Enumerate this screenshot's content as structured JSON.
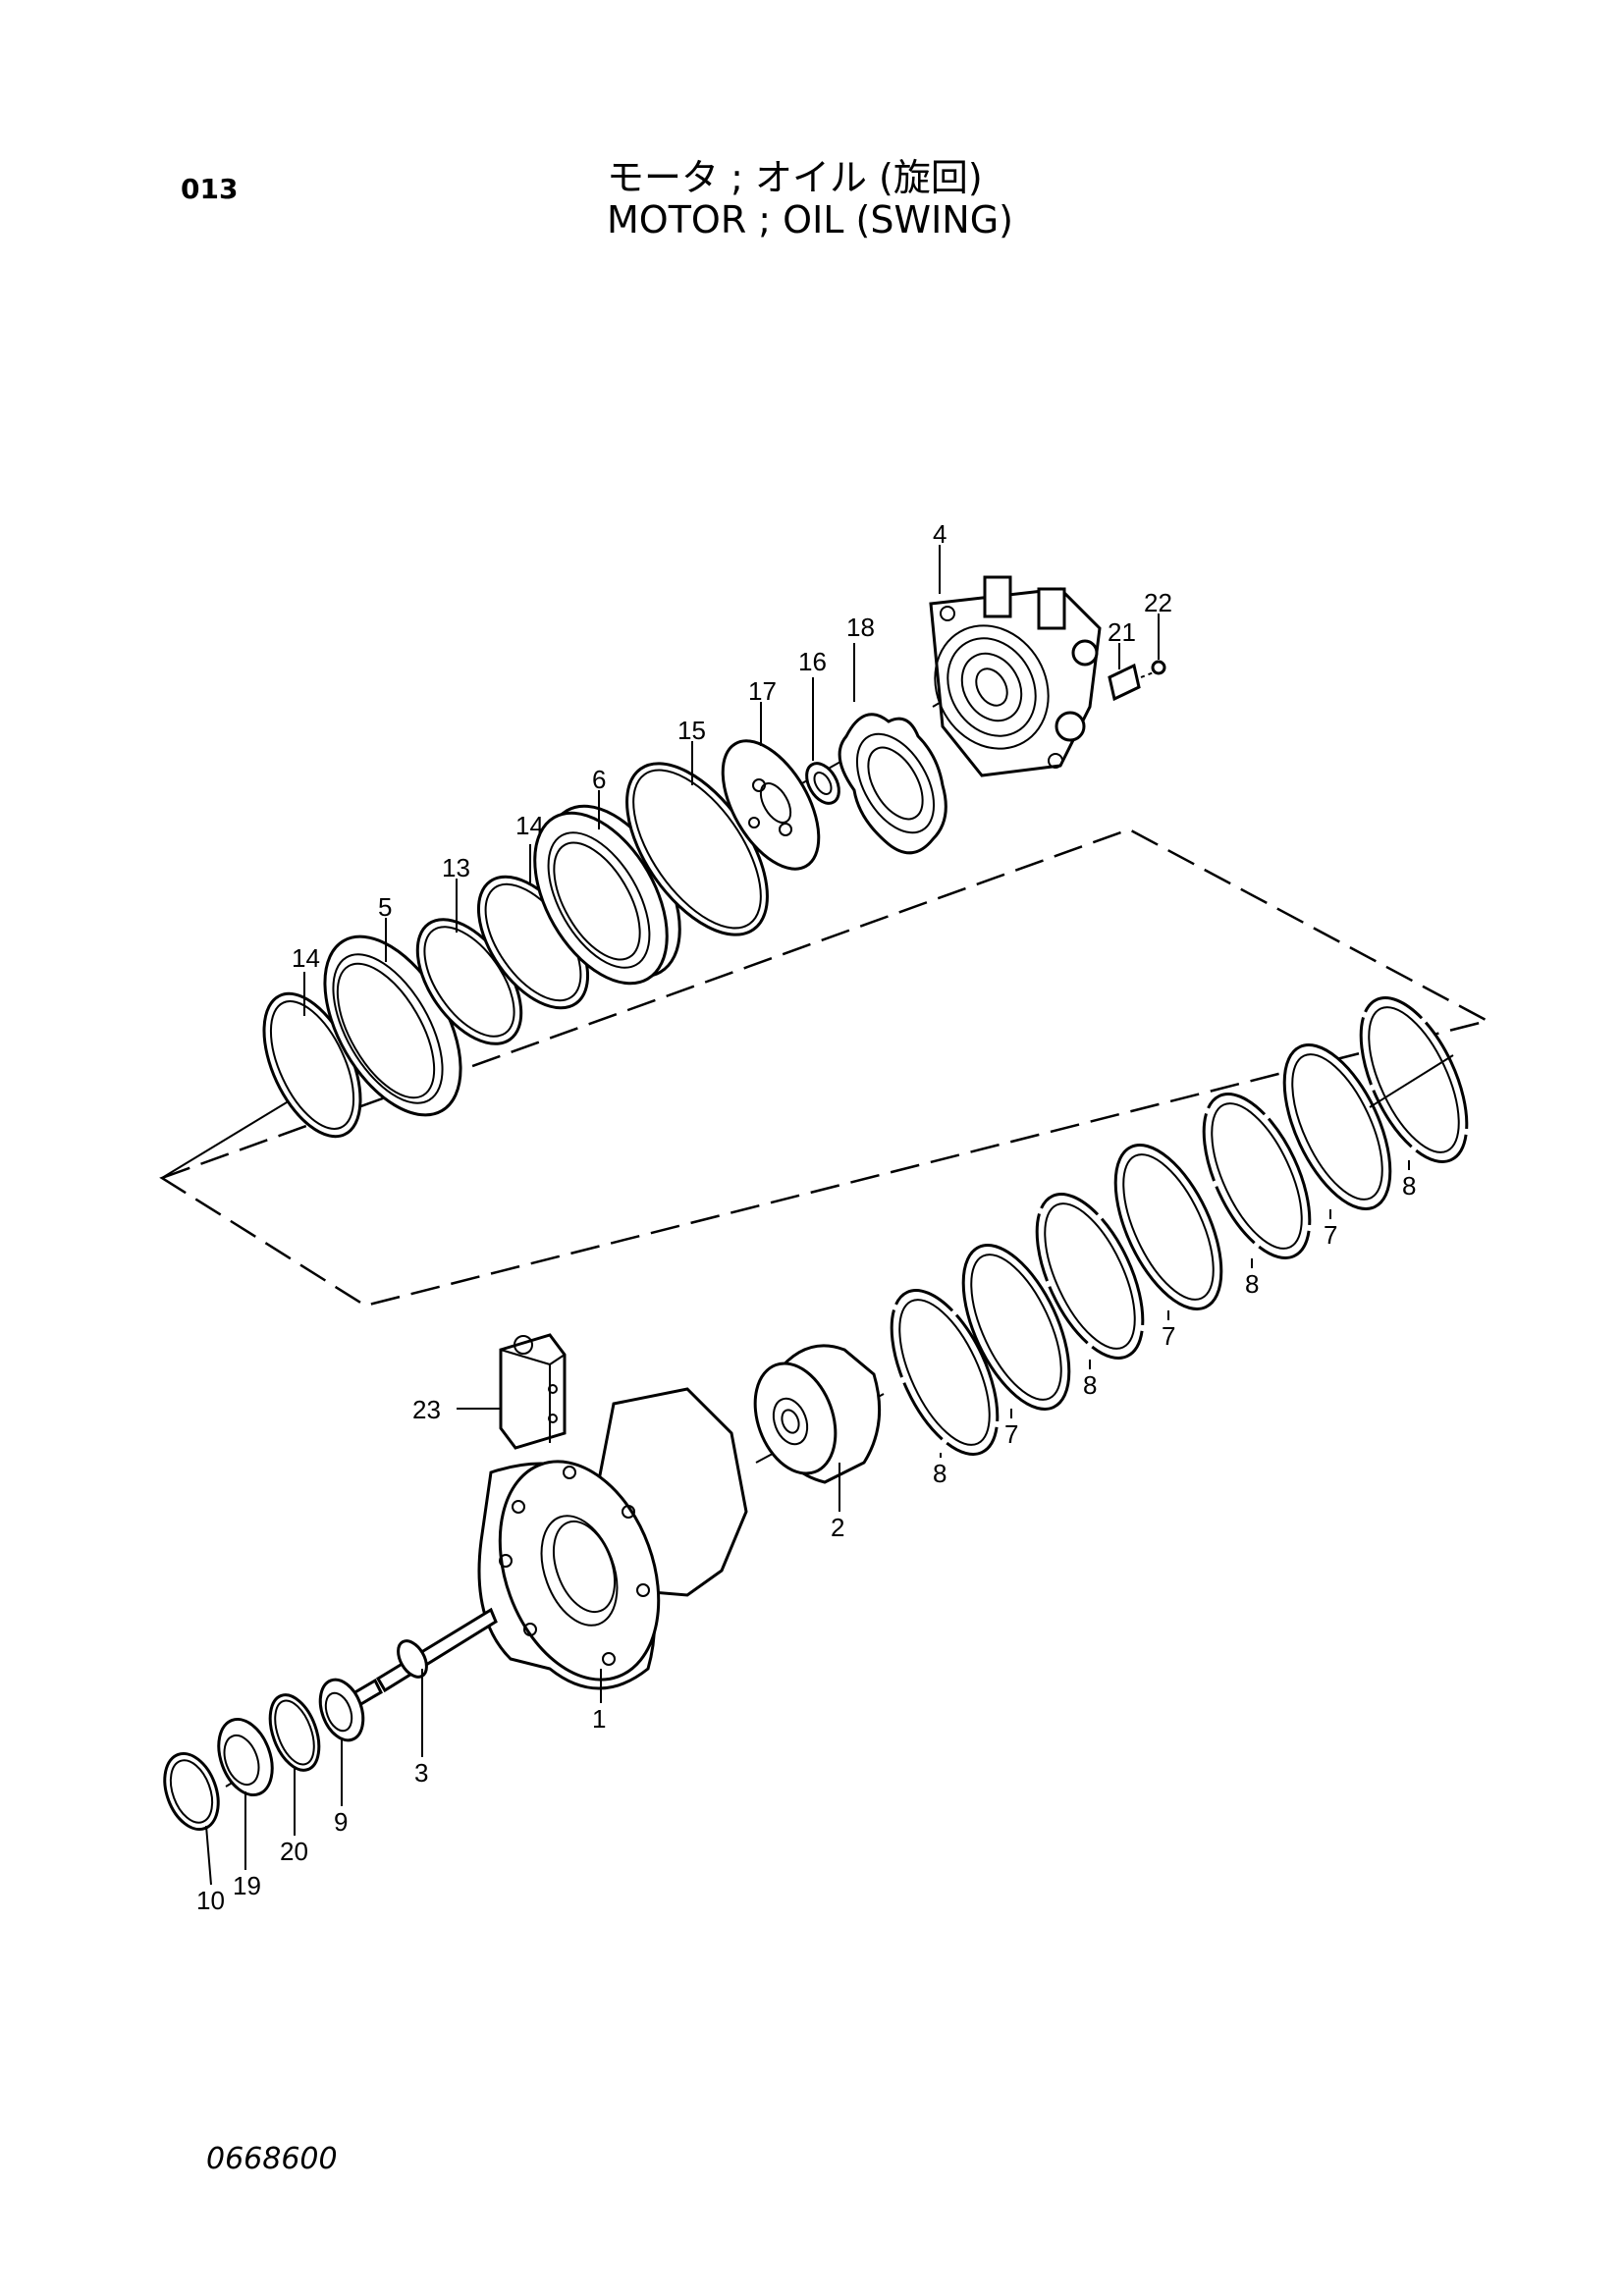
{
  "header": {
    "page_number": "013",
    "title_jp": "モータ ; オイル (旋回)",
    "title_en": "MOTOR ; OIL (SWING)"
  },
  "footer": {
    "doc_code": "0668600"
  },
  "callouts": {
    "c1": "1",
    "c2": "2",
    "c3": "3",
    "c4": "4",
    "c5": "5",
    "c6": "6",
    "c7a": "7",
    "c7b": "7",
    "c7c": "7",
    "c8a": "8",
    "c8b": "8",
    "c8c": "8",
    "c8d": "8",
    "c9": "9",
    "c10": "10",
    "c13": "13",
    "c14a": "14",
    "c14b": "14",
    "c15": "15",
    "c16": "16",
    "c17": "17",
    "c18": "18",
    "c19": "19",
    "c20": "20",
    "c21": "21",
    "c22": "22",
    "c23": "23"
  }
}
